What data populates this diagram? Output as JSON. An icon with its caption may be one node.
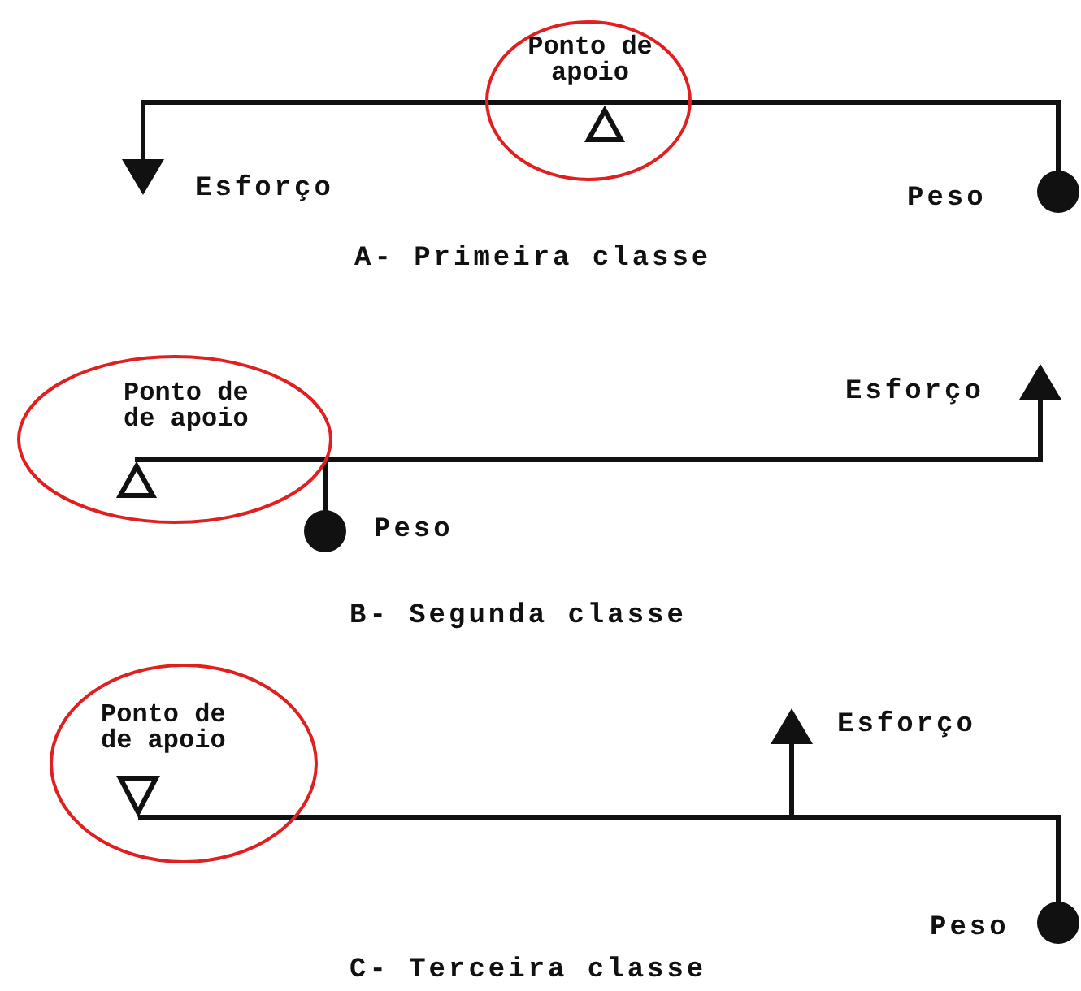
{
  "diagram": {
    "nodes": [
      {
        "text": [
          "Ponto de apoio"
        ]
      },
      {
        "text": [
          "Ponto de de apoio"
        ]
      },
      {
        "text": [
          "Ponto de de apoio"
        ]
      }
    ],
    "labels": [
      "Esforço",
      "Peso",
      "A- Primeira classe",
      "Esforço",
      "Peso",
      "B- Segunda classe",
      "Esforço",
      "Peso",
      "C- Terceira classe"
    ]
  }
}
